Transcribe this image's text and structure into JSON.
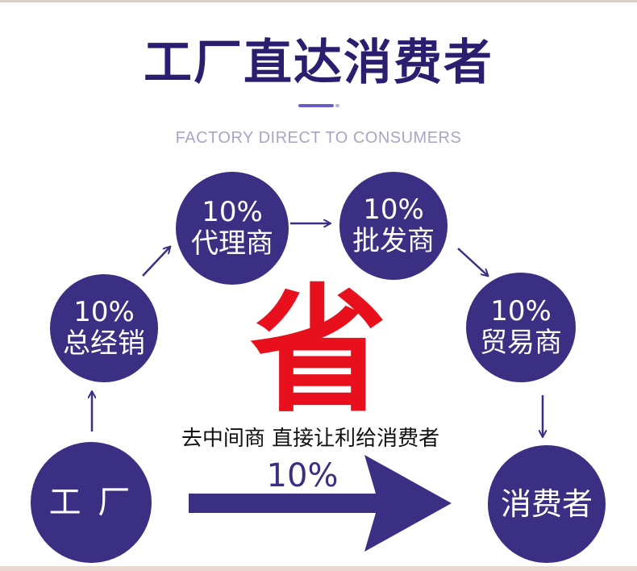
{
  "title": "工厂直达消费者",
  "subtitle": "FACTORY DIRECT TO CONSUMERS",
  "center_char": "省",
  "caption": "去中间商 直接让利给消费者",
  "arrow_percent": "10%",
  "colors": {
    "circle": "#3b2f83",
    "title": "#2a1f6e",
    "accent": "#e8101c",
    "arrow": "#3b2f83"
  },
  "nodes": {
    "factory": {
      "label": "工 厂"
    },
    "general_distributor": {
      "percent": "10%",
      "label": "总经销"
    },
    "agent": {
      "percent": "10%",
      "label": "代理商"
    },
    "wholesaler": {
      "percent": "10%",
      "label": "批发商"
    },
    "trader": {
      "percent": "10%",
      "label": "贸易商"
    },
    "consumer": {
      "label": "消费者"
    }
  }
}
